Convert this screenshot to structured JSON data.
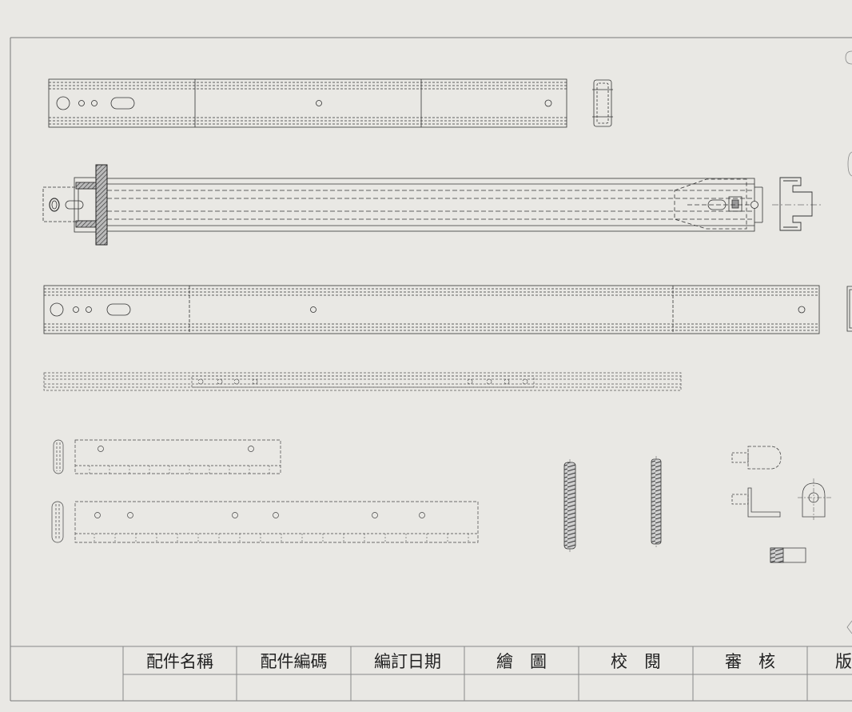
{
  "title_block": {
    "part_name": "配件名稱",
    "part_number": "配件編碼",
    "revision_date": "編訂日期",
    "drawn": "繪　圖",
    "checked": "校　閱",
    "approved": "審　核",
    "version": "版"
  }
}
